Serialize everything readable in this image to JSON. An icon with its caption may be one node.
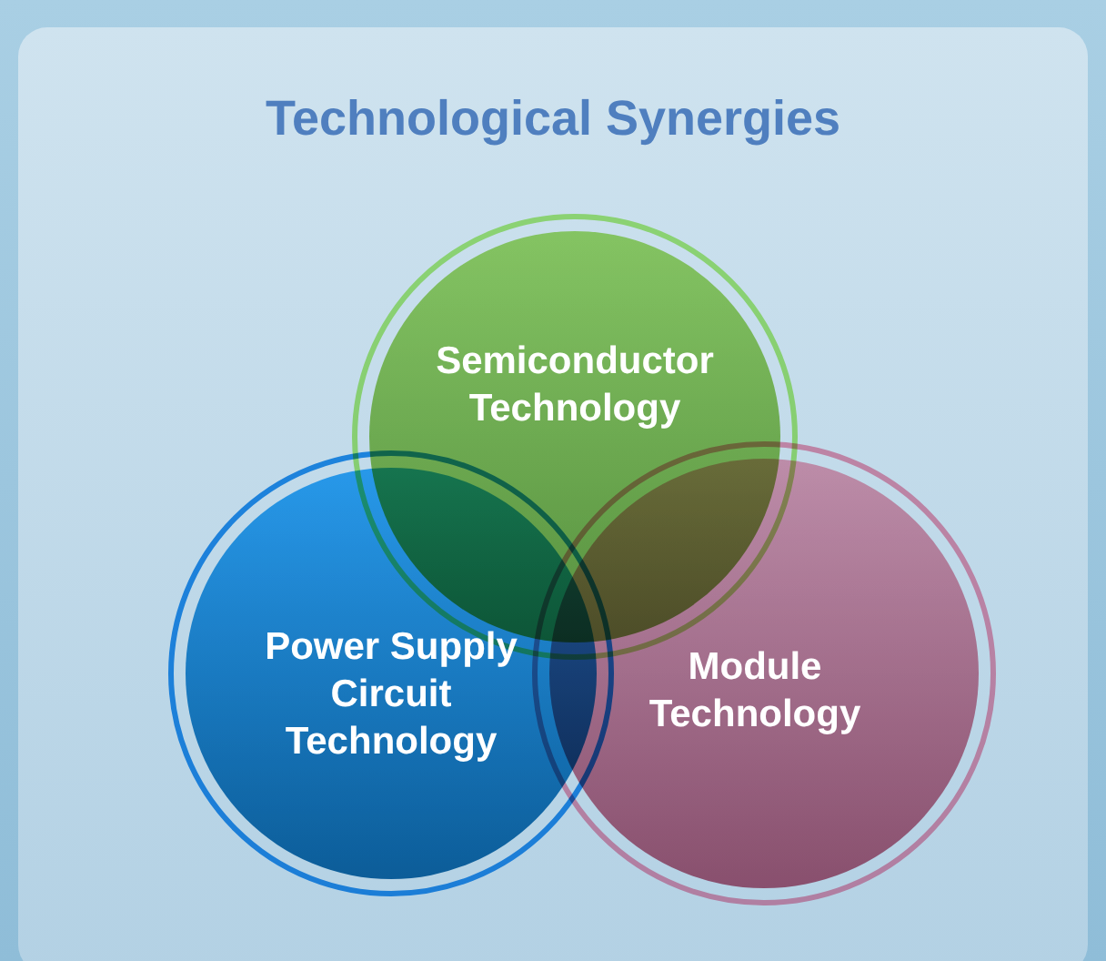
{
  "diagram": {
    "title": "Technological Synergies",
    "nodes": [
      {
        "text": [
          "Semiconductor Technology"
        ]
      },
      {
        "text": [
          "Power Supply Circuit Technology"
        ]
      },
      {
        "text": [
          "Module Technology"
        ]
      }
    ]
  }
}
